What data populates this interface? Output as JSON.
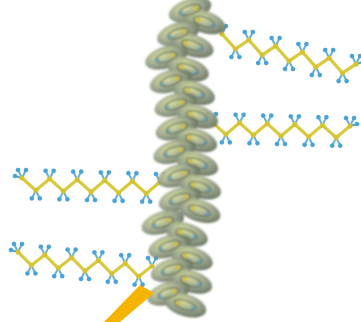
{
  "colors": {
    "background": "#ffffff",
    "backbone_fill": "#9aa48c",
    "backbone_shade": "#5f6b56",
    "backbone_highlight": "#d8df9a",
    "chain_bond": "#d9c93c",
    "carbon_atom": "#d4c233",
    "hydrogen_atom": "#4aa3d8",
    "tip_pointer": "#f5b400"
  },
  "structure": {
    "backbone_icon": "helical-backbone",
    "side_chain_count": 4,
    "side_chain_carbons": 11
  }
}
